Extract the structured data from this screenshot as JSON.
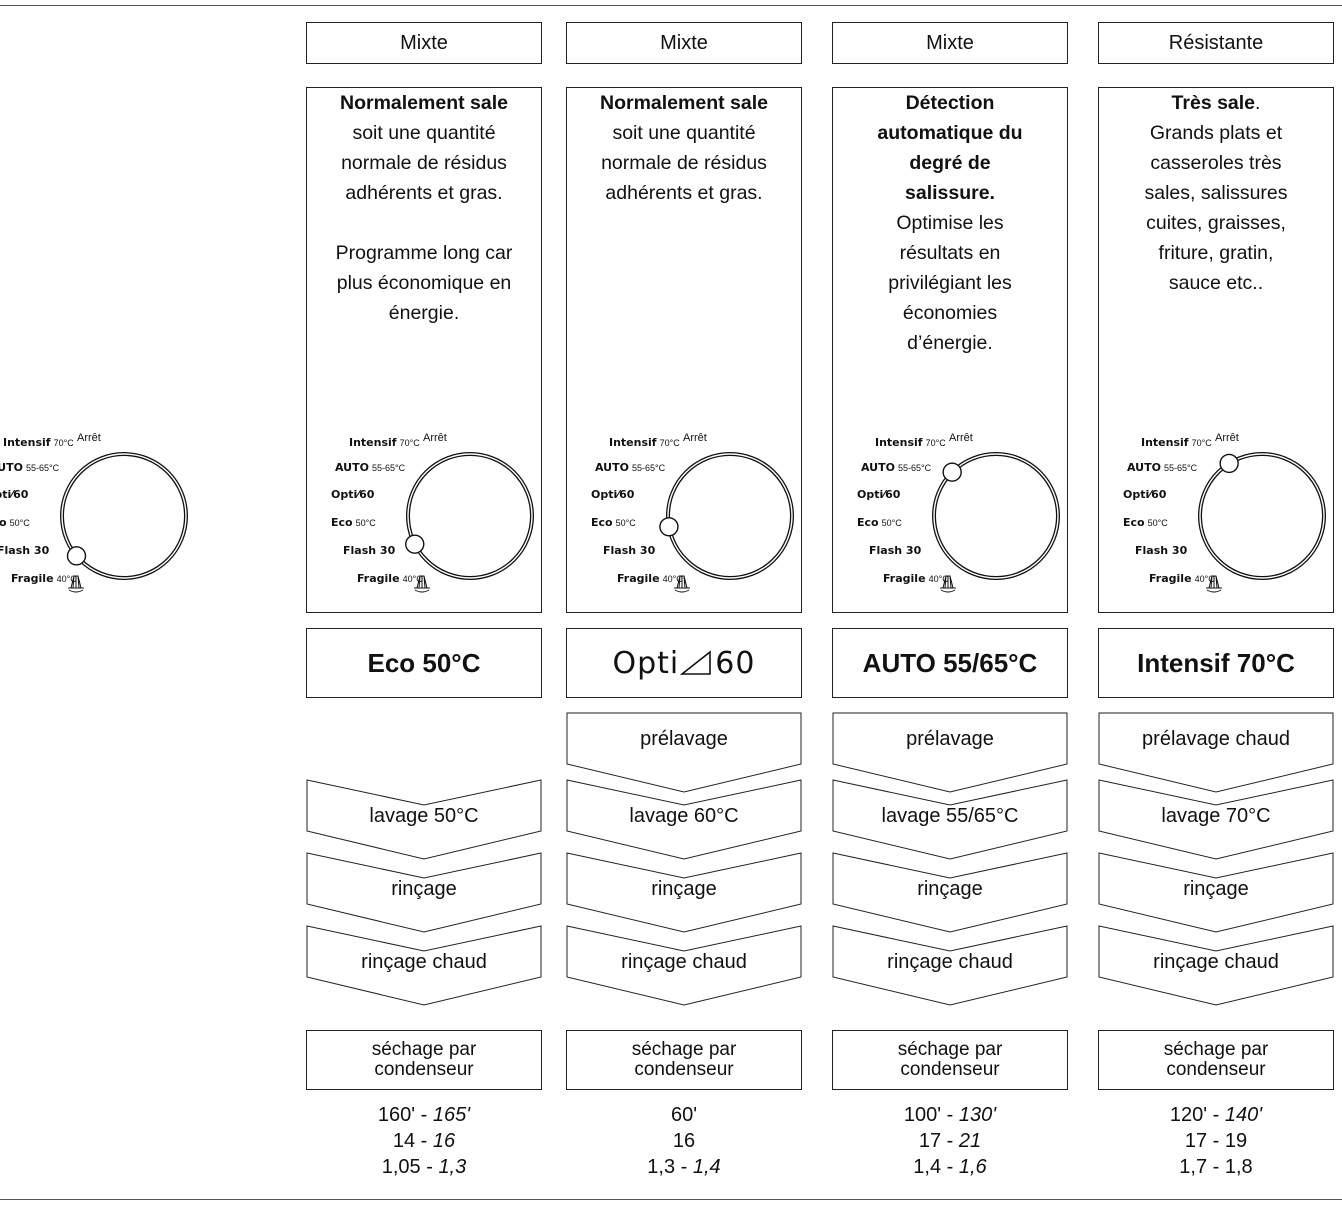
{
  "dial_labels": {
    "intensif": "Intensif",
    "intensif_temp": "70°C",
    "arret": "Arrêt",
    "auto": "AUTO",
    "auto_temp": "55-65°C",
    "opti": "Opti",
    "opti_num": "60",
    "eco": "Eco",
    "eco_temp": "50°C",
    "flash": "Flash 30",
    "fragile": "Fragile",
    "fragile_temp": "40°C"
  },
  "columns": [
    {
      "fabric": "Mixte",
      "description": [
        {
          "t": "Normalement sale",
          "bold": true
        },
        {
          "t": "soit une quantité"
        },
        {
          "t": "normale de résidus"
        },
        {
          "t": "adhérents et gras."
        },
        {
          "gap": true
        },
        {
          "t": "Programme long car"
        },
        {
          "t": "plus économique en"
        },
        {
          "t": "énergie."
        }
      ],
      "program": "Eco 50°C",
      "steps": [
        "lavage 50°C",
        "rinçage",
        "rinçage chaud"
      ],
      "drying_line1": "séchage par",
      "drying_line2": "condenseur",
      "duration": "160' - ",
      "duration_alt": "165'",
      "water": "14 - ",
      "water_alt": "16",
      "energy": "1,05 - ",
      "energy_alt": "1,3"
    },
    {
      "fabric": "Mixte",
      "description": [
        {
          "t": "Normalement sale",
          "bold": true
        },
        {
          "t": "soit une quantité"
        },
        {
          "t": "normale de résidus"
        },
        {
          "t": "adhérents et gras."
        }
      ],
      "program": "Opti",
      "program_num": "60",
      "steps": [
        "prélavage",
        "lavage 60°C",
        "rinçage",
        "rinçage chaud"
      ],
      "drying_line1": "séchage par",
      "drying_line2": "condenseur",
      "duration": "60'",
      "duration_alt": "",
      "water": "16",
      "water_alt": "",
      "energy": "1,3 - ",
      "energy_alt": "1,4"
    },
    {
      "fabric": "Mixte",
      "description": [
        {
          "t": "Détection",
          "bold": true
        },
        {
          "t": "automatique du",
          "bold": true
        },
        {
          "t": "degré de",
          "bold": true
        },
        {
          "t": "salissure.",
          "bold": true
        },
        {
          "t": "Optimise les"
        },
        {
          "t": "résultats en"
        },
        {
          "t": "privilégiant les"
        },
        {
          "t": "économies"
        },
        {
          "t": "d’énergie."
        }
      ],
      "program": "AUTO 55/65°C",
      "steps": [
        "prélavage",
        "lavage 55/65°C",
        "rinçage",
        "rinçage chaud"
      ],
      "drying_line1": "séchage par",
      "drying_line2": "condenseur",
      "duration": "100' - ",
      "duration_alt": "130'",
      "water": "17 - ",
      "water_alt": "21",
      "energy": "1,4 - ",
      "energy_alt": "1,6"
    },
    {
      "fabric": "Résistante",
      "description": [
        {
          "t": "Très sale",
          "bold": true,
          "suffix": "."
        },
        {
          "t": "Grands plats et"
        },
        {
          "t": "casseroles très"
        },
        {
          "t": "sales, salissures"
        },
        {
          "t": "cuites, graisses,"
        },
        {
          "t": "friture, gratin,"
        },
        {
          "t": "sauce etc.."
        }
      ],
      "program": "Intensif 70°C",
      "steps": [
        "prélavage chaud",
        "lavage 70°C",
        "rinçage",
        "rinçage chaud"
      ],
      "drying_line1": "séchage par",
      "drying_line2": "condenseur",
      "duration": "120' - ",
      "duration_alt": "140'",
      "water": "17 - 19",
      "water_alt": "",
      "energy": "1,7 - 1,8",
      "energy_alt": ""
    }
  ]
}
